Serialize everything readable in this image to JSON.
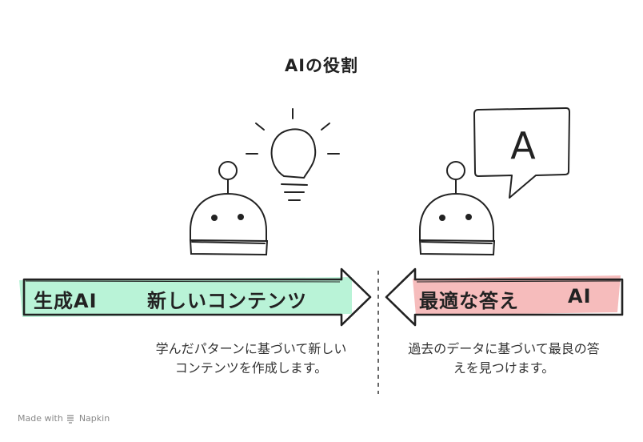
{
  "title": "AIの役割",
  "left": {
    "label_primary": "生成AI",
    "label_secondary": "新しいコンテンツ",
    "description": "学んだパターンに基づいて新しいコンテンツを作成します。",
    "color": "#b9f3d7"
  },
  "right": {
    "label_primary": "最適な答え",
    "label_secondary": "AI",
    "description": "過去のデータに基づいて最良の答えを見つけます。",
    "bubble_letter": "A",
    "color": "#f6bcbc"
  },
  "footer": {
    "prefix": "Made with",
    "brand": "Napkin"
  }
}
